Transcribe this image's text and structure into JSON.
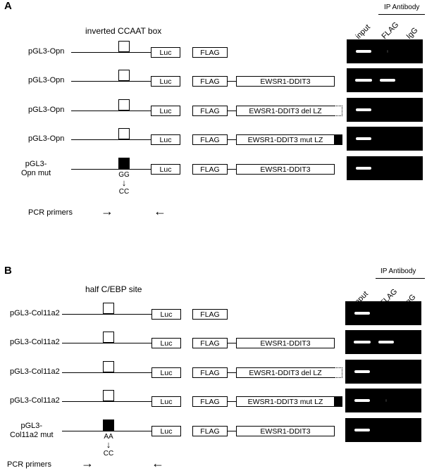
{
  "panelA": {
    "label": "A",
    "site_title": "inverted CCAAT box",
    "lane_headers": [
      "input",
      "FLAG",
      "IgG"
    ],
    "ip_title": "IP Antibody",
    "rows": [
      {
        "label": "pGL3-Opn",
        "luc": "Luc",
        "flag": "FLAG",
        "fusion": null,
        "tail": null,
        "mutant": false,
        "bands": [
          0.9,
          0.05,
          0
        ]
      },
      {
        "label": "pGL3-Opn",
        "luc": "Luc",
        "flag": "FLAG",
        "fusion": "EWSR1-DDIT3",
        "tail": null,
        "mutant": false,
        "bands": [
          1,
          0.9,
          0
        ]
      },
      {
        "label": "pGL3-Opn",
        "luc": "Luc",
        "flag": "FLAG",
        "fusion": "EWSR1-DDIT3 del LZ",
        "tail": "dotted",
        "mutant": false,
        "bands": [
          0.9,
          0,
          0
        ]
      },
      {
        "label": "pGL3-Opn",
        "luc": "Luc",
        "flag": "FLAG",
        "fusion": "EWSR1-DDIT3 mut LZ",
        "tail": "filled",
        "mutant": false,
        "bands": [
          0.9,
          0,
          0
        ]
      },
      {
        "label": "pGL3-\nOpn mut",
        "luc": "Luc",
        "flag": "FLAG",
        "fusion": "EWSR1-DDIT3",
        "tail": null,
        "mutant": true,
        "bands": [
          0.9,
          0,
          0
        ]
      }
    ],
    "mutation_from": "GG",
    "mutation_to": "CC",
    "pcr_label": "PCR primers",
    "pcr_fwd": "→",
    "pcr_rev": "←"
  },
  "panelB": {
    "label": "B",
    "site_title": "half C/EBP site",
    "lane_headers": [
      "input",
      "FLAG",
      "IgG"
    ],
    "ip_title": "IP Antibody",
    "rows": [
      {
        "label": "pGL3-Col11a2",
        "luc": "Luc",
        "flag": "FLAG",
        "fusion": null,
        "tail": null,
        "mutant": false,
        "bands": [
          0.9,
          0,
          0
        ]
      },
      {
        "label": "pGL3-Col11a2",
        "luc": "Luc",
        "flag": "FLAG",
        "fusion": "EWSR1-DDIT3",
        "tail": null,
        "mutant": false,
        "bands": [
          1,
          0.9,
          0
        ]
      },
      {
        "label": "pGL3-Col11a2",
        "luc": "Luc",
        "flag": "FLAG",
        "fusion": "EWSR1-DDIT3 del LZ",
        "tail": "dotted",
        "mutant": false,
        "bands": [
          0.9,
          0,
          0
        ]
      },
      {
        "label": "pGL3-Col11a2",
        "luc": "Luc",
        "flag": "FLAG",
        "fusion": "EWSR1-DDIT3 mut LZ",
        "tail": "filled",
        "mutant": false,
        "bands": [
          0.9,
          0.05,
          0
        ]
      },
      {
        "label": "pGL3-\nCol11a2 mut",
        "luc": "Luc",
        "flag": "FLAG",
        "fusion": "EWSR1-DDIT3",
        "tail": null,
        "mutant": true,
        "bands": [
          0.9,
          0,
          0
        ]
      }
    ],
    "mutation_from": "AA",
    "mutation_to": "CC",
    "pcr_label": "PCR primers",
    "pcr_fwd": "→",
    "pcr_rev": "←"
  }
}
